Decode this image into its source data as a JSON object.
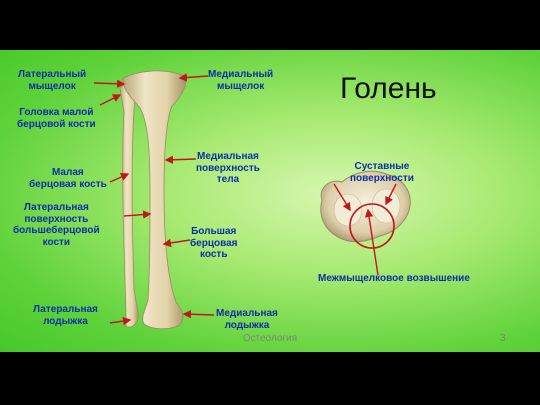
{
  "slide": {
    "title": "Голень",
    "footer": "Остеология",
    "page_number": "3"
  },
  "labels": {
    "lateral_condyle": "Латеральный\nмыщелок",
    "medial_condyle": "Медиальный\nмыщелок",
    "fibula_head": "Головка малой\nберцовой кости",
    "medial_surface": "Медиальная\nповерхность\nтела",
    "fibula": "Малая\nберцовая кость",
    "lateral_surface": "Латеральная\nповерхность\nбольшеберцовой\nкости",
    "tibia": "Большая\nберцовая\nкость",
    "lateral_malleolus": "Латеральная\nлодыжка",
    "medial_malleolus": "Медиальная\nлодыжка",
    "articular_surfaces": "Суставные\nповерхности",
    "intercondylar_eminence": "Межмыщелковое возвышение"
  },
  "colors": {
    "arrow": "#c0171b",
    "label_text": "#0c2fa8",
    "bone": "#e6d9b2"
  }
}
